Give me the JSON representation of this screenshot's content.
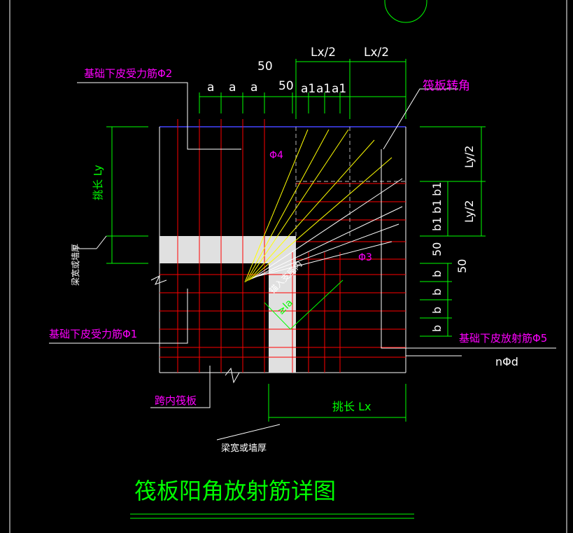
{
  "title": "筏板阳角放射筋详图",
  "labels": {
    "bottom_bar_2": "基础下皮受力筋Φ2",
    "bottom_bar_1": "基础下皮受力筋Φ1",
    "radial_bar_5": "基础下皮放射筋Φ5",
    "raft_corner": "筏板转角",
    "span_raft": "跨内筏板",
    "beam_width_1": "梁宽或墙厚",
    "beam_width_2": "梁宽或墙厚",
    "phi4": "Φ4",
    "phi3": "Φ3",
    "n_phi_d": "nΦd",
    "anchor": "≥la",
    "anchor_note": "锚入支座内",
    "cantilever_ly": "挑长 Ly",
    "cantilever_lx": "挑长 Lx"
  },
  "dims": {
    "top_50_a": "50",
    "top_50_b": "50",
    "a1": "a",
    "a2": "a",
    "a3": "a",
    "a1_1": "a1",
    "a1_2": "a1",
    "a1_3": "a1",
    "lx_half_1": "Lx/2",
    "lx_half_2": "Lx/2",
    "ly_half_1": "Ly/2",
    "ly_half_2": "Ly/2",
    "b1_1": "b1",
    "b1_2": "b1",
    "b1_3": "b1",
    "right_50_a": "50",
    "right_50_b": "50",
    "b_1": "b",
    "b_2": "b",
    "b_3": "b",
    "b_4": "b"
  },
  "colors": {
    "background": "#000000",
    "dimension": "#00ff00",
    "rebar_red": "#ff0000",
    "radial_yellow": "#ffff00",
    "magenta_text": "#ff00ff",
    "outline_blue": "#4444ff",
    "white": "#ffffff",
    "beam_fill": "#e0e0e0"
  }
}
